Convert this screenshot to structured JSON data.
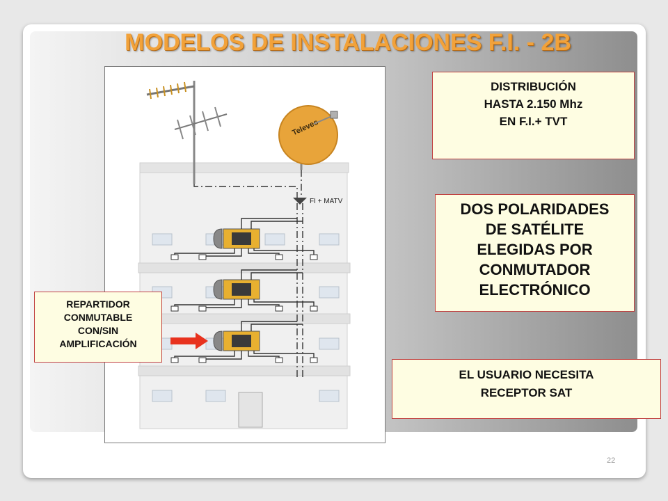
{
  "slide": {
    "title": "MODELOS DE INSTALACIONES F.I. - 2B",
    "page_number": "22"
  },
  "diagram": {
    "dish_brand": "Televes",
    "feed_label": "FI + MATV"
  },
  "callouts": {
    "distribution": [
      "DISTRIBUCIÓN",
      "HASTA 2.150 Mhz",
      "EN F.I.+ TVT"
    ],
    "polarities": [
      "DOS POLARIDADES",
      "DE SATÉLITE",
      "ELEGIDAS POR",
      "CONMUTADOR",
      "ELECTRÓNICO"
    ],
    "splitter": [
      "REPARTIDOR",
      "CONMUTABLE",
      "CON/SIN",
      "AMPLIFICACIÓN"
    ],
    "user": [
      "EL USUARIO NECESITA",
      "RECEPTOR SAT"
    ]
  },
  "colors": {
    "title": "#f2a23a",
    "callout_bg": "#fefde2",
    "callout_border": "#c04040",
    "dish": "#e8a43a",
    "arrow": "#e8321e"
  }
}
